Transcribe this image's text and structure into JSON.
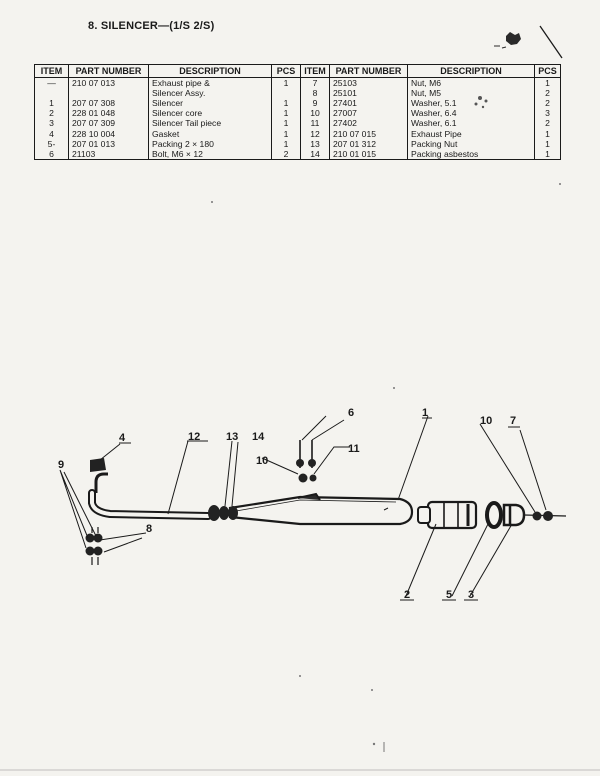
{
  "page": {
    "title": "8. SILENCER—(1/S 2/S)"
  },
  "table": {
    "headers": [
      "ITEM",
      "PART NUMBER",
      "DESCRIPTION",
      "PCS",
      "ITEM",
      "PART NUMBER",
      "DESCRIPTION",
      "PCS"
    ],
    "rows": [
      {
        "item_l": "—",
        "part_l": "210 07 013",
        "desc_l": "Exhaust pipe &",
        "pcs_l": "1",
        "item_r": "7",
        "part_r": "25103",
        "desc_r": "Nut, M6",
        "pcs_r": "1"
      },
      {
        "item_l": "",
        "part_l": "",
        "desc_l": "Silencer Assy.",
        "pcs_l": "",
        "item_r": "8",
        "part_r": "25101",
        "desc_r": "Nut, M5",
        "pcs_r": "2"
      },
      {
        "item_l": "1",
        "part_l": "207 07 308",
        "desc_l": "Silencer",
        "pcs_l": "1",
        "item_r": "9",
        "part_r": "27401",
        "desc_r": "Washer, 5.1",
        "pcs_r": "2"
      },
      {
        "item_l": "2",
        "part_l": "228 01 048",
        "desc_l": "Silencer core",
        "pcs_l": "1",
        "item_r": "10",
        "part_r": "27007",
        "desc_r": "Washer, 6.4",
        "pcs_r": "3"
      },
      {
        "item_l": "3",
        "part_l": "207 07 309",
        "desc_l": "Silencer Tail piece",
        "pcs_l": "1",
        "item_r": "11",
        "part_r": "27402",
        "desc_r": "Washer, 6.1",
        "pcs_r": "2"
      },
      {
        "item_l": "4",
        "part_l": "228 10 004",
        "desc_l": "Gasket",
        "pcs_l": "1",
        "item_r": "12",
        "part_r": "210 07 015",
        "desc_r": "Exhaust Pipe",
        "pcs_r": "1"
      },
      {
        "item_l": "5-",
        "part_l": "207 01 013",
        "desc_l": "Packing 2 × 180",
        "pcs_l": "1",
        "item_r": "13",
        "part_r": "207 01 312",
        "desc_r": "Packing Nut",
        "pcs_r": "1"
      },
      {
        "item_l": "6",
        "part_l": "21103",
        "desc_l": "Bolt, M6 × 12",
        "pcs_l": "2",
        "item_r": "14",
        "part_r": "210 01 015",
        "desc_r": "Packing asbestos",
        "pcs_r": "1"
      }
    ]
  },
  "diagram": {
    "callouts": {
      "c1": "1",
      "c2": "2",
      "c3": "3",
      "c4": "4",
      "c5": "5",
      "c6": "6",
      "c7": "7",
      "c8": "8",
      "c9": "9",
      "c10a": "10",
      "c10b": "10",
      "c11": "11",
      "c12": "12",
      "c13": "13",
      "c14": "14"
    }
  }
}
